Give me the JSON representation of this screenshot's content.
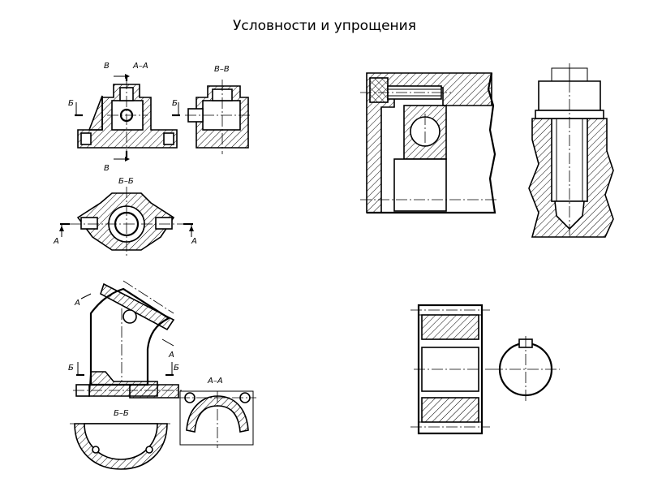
{
  "title": "Условности и упрощения",
  "labels": {
    "v": "В",
    "aa": "А–А",
    "b": "Б",
    "vv": "В–В",
    "bb": "Б–Б",
    "a": "А"
  },
  "colors": {
    "ink": "#000000",
    "background": "#ffffff"
  }
}
